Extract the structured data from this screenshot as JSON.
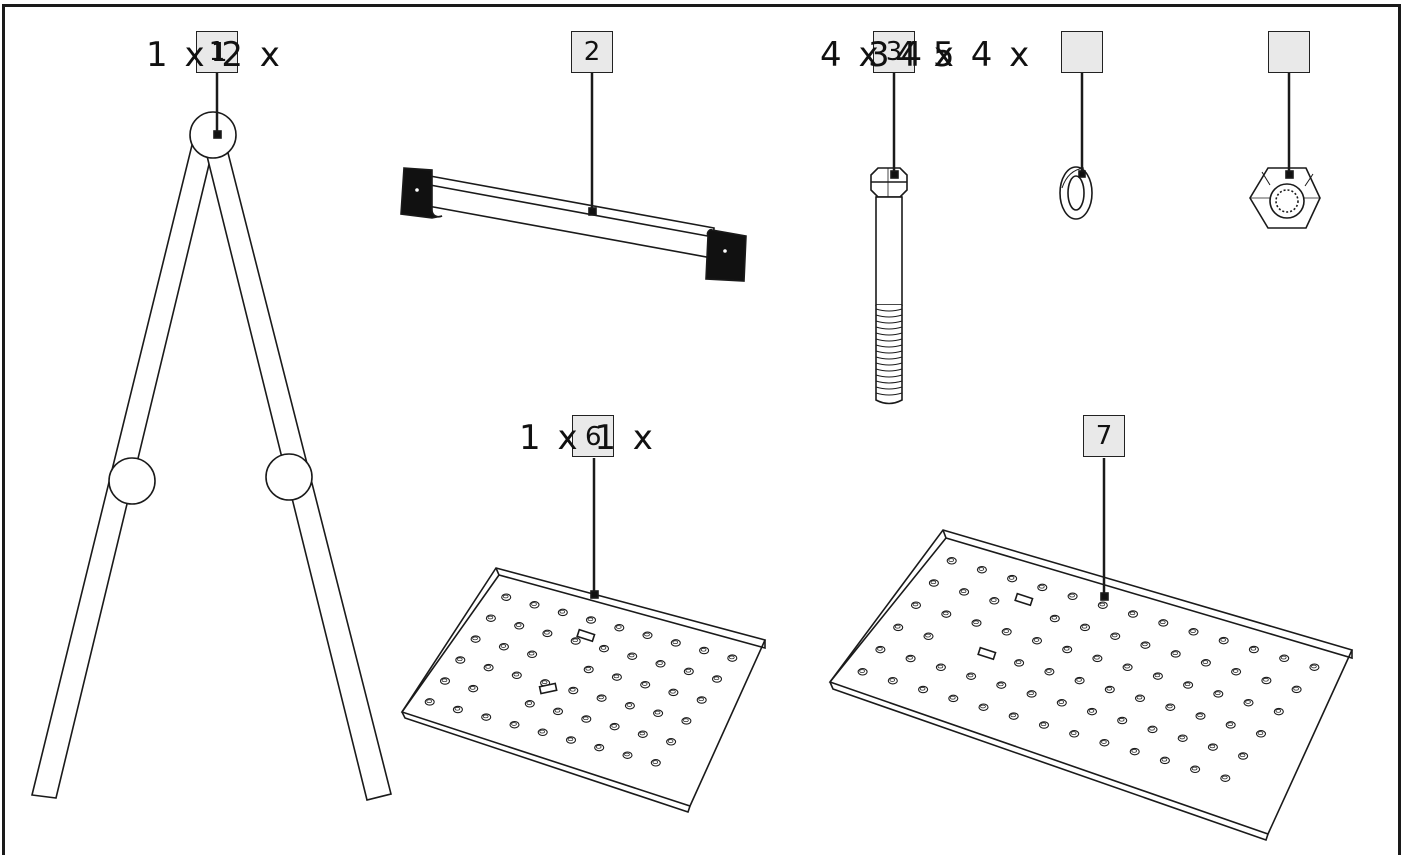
{
  "parts": [
    {
      "id": "part-1",
      "callout": "1",
      "quantity": "1 x 2 x"
    },
    {
      "id": "part-2",
      "callout": "2",
      "quantity": ""
    },
    {
      "id": "part-3",
      "callout": "3",
      "quantity": "4 x 4 x 4 x"
    },
    {
      "id": "part-4",
      "callout": "",
      "quantity": ""
    },
    {
      "id": "part-5",
      "callout": "",
      "quantity": ""
    },
    {
      "id": "part-6",
      "callout": "6",
      "quantity": "1 x 1 x"
    },
    {
      "id": "part-7",
      "callout": "7",
      "quantity": ""
    }
  ],
  "overlay_text": {
    "part_3_extra": "3 4 5",
    "part_1_extra": "1",
    "part_6_extra": "6"
  },
  "colors": {
    "line": "#1a1a1a",
    "callout_fill": "#e9e9e9",
    "black_fill": "#111111"
  }
}
